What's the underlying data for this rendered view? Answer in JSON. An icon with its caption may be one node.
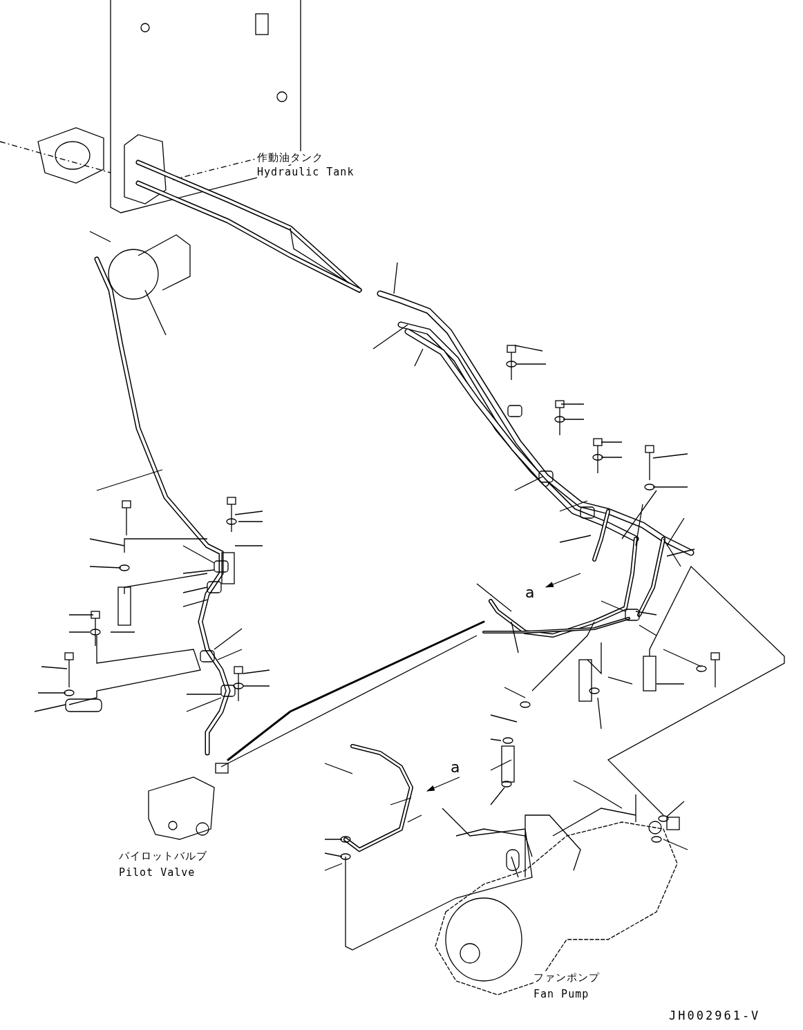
{
  "diagram": {
    "labels": [
      "作動油タンク",
      "Hydraulic Tank",
      "a",
      "a",
      "パイロットバルブ",
      "Pilot Valve",
      "ファンポンプ",
      "Fan Pump",
      "JH002961-V"
    ]
  }
}
